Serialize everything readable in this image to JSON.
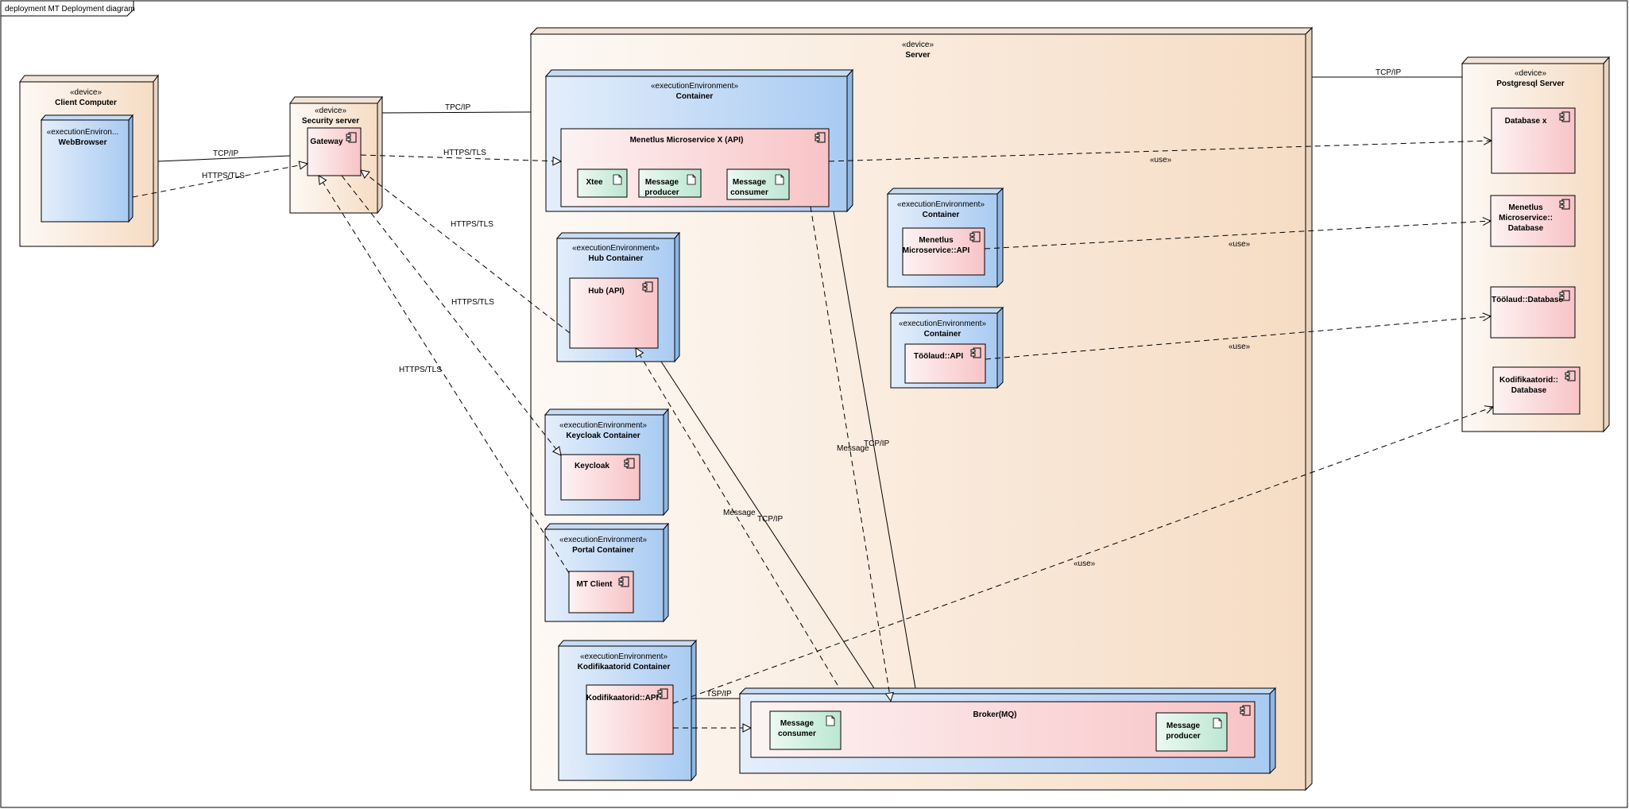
{
  "frame": {
    "label": "deployment MT Deployment diagram"
  },
  "devices": {
    "client": {
      "stereotype": "«device»",
      "name": "Client Computer"
    },
    "security": {
      "stereotype": "«device»",
      "name": "Security server"
    },
    "server": {
      "stereotype": "«device»",
      "name": "Server"
    },
    "postgres": {
      "stereotype": "«device»",
      "name": "Postgresql Server"
    }
  },
  "environments": {
    "webbrowser": {
      "stereotype": "«executionEnviron...",
      "name": "WebBrowser"
    },
    "container_main": {
      "stereotype": "«executionEnvironment»",
      "name": "Container"
    },
    "hub": {
      "stereotype": "«executionEnvironment»",
      "name": "Hub Container"
    },
    "keycloak": {
      "stereotype": "«executionEnvironment»",
      "name": "Keycloak Container"
    },
    "portal": {
      "stereotype": "«executionEnvironment»",
      "name": "Portal Container"
    },
    "kodifikaatorid": {
      "stereotype": "«executionEnvironment»",
      "name": "Kodifikaatorid Container"
    },
    "container_menetlus": {
      "stereotype": "«executionEnvironment»",
      "name": "Container"
    },
    "container_toolaud": {
      "stereotype": "«executionEnvironment»",
      "name": "Container"
    }
  },
  "components": {
    "gateway": "Gateway",
    "menetlus_x": "Menetlus Microservice X (API)",
    "hub_api": "Hub (API)",
    "keycloak": "Keycloak",
    "mt_client": "MT Client",
    "kodif_api": "Kodifikaatorid::API",
    "menetlus_api_1": "Menetlus",
    "menetlus_api_2": "Microservice::API",
    "toolaud_api": "Töölaud::API",
    "broker": "Broker(MQ)",
    "db_x": "Database x",
    "menetlus_db_1": "Menetlus",
    "menetlus_db_2": "Microservice::",
    "menetlus_db_3": "Database",
    "toolaud_db": "Töölaud::Database",
    "kodif_db_1": "Kodifikaatorid::",
    "kodif_db_2": "Database"
  },
  "artifacts": {
    "xtee": "Xtee",
    "msg_producer_1": "Message",
    "msg_producer_2": "producer",
    "msg_consumer_1": "Message",
    "msg_consumer_2": "consumer",
    "broker_consumer_1": "Message",
    "broker_consumer_2": "consumer",
    "broker_producer_1": "Message",
    "broker_producer_2": "producer"
  },
  "edge_labels": {
    "client_security_tcp": "TCP/IP",
    "browser_gateway_https": "HTTPS/TLS",
    "security_server_tpc": "TPC/IP",
    "gateway_menetlus_https": "HTTPS/TLS",
    "hub_gateway_https": "HTTPS/TLS",
    "gateway_keycloak_https": "HTTPS/TLS",
    "mtclient_gateway_https": "HTTPS/TLS",
    "server_postgres_tcp": "TCP/IP",
    "use_dbx": "«use»",
    "use_menetlus_db": "«use»",
    "use_toolaud_db": "«use»",
    "use_kodif_db": "«use»",
    "menetlus_broker_message": "Message",
    "menetlus_broker_tcp": "TCP/IP",
    "hub_broker_message": "Message",
    "hub_broker_tcp": "TCP/IP",
    "kodif_broker_tsp": "TSP/IP"
  },
  "colors": {
    "device_light": "#fdf6f0",
    "device_dark": "#f6dcc4",
    "env_light": "#dbe9fa",
    "env_dark": "#a9cbf2",
    "comp_light": "#fdf0f0",
    "comp_dark": "#f8c6c8",
    "artifact_light": "#e8f8f0",
    "artifact_dark": "#bfe8d4",
    "line": "#000000"
  }
}
